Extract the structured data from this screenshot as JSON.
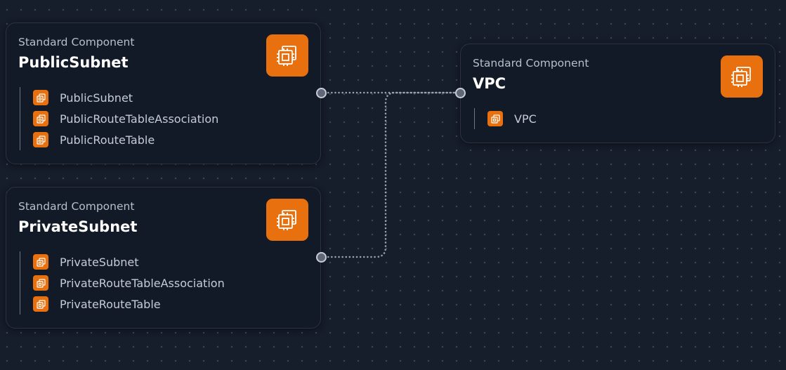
{
  "colors": {
    "canvas_background": "#161d2b",
    "node_background": "#121a27",
    "accent_orange": "#e8700f",
    "edge": "#9aa3b2"
  },
  "nodes": [
    {
      "id": "public-subnet",
      "kind": "Standard Component",
      "title": "PublicSubnet",
      "icon": "cpu-chip-icon",
      "resources": [
        {
          "label": "PublicSubnet",
          "icon": "resource-icon"
        },
        {
          "label": "PublicRouteTableAssociation",
          "icon": "resource-icon"
        },
        {
          "label": "PublicRouteTable",
          "icon": "resource-icon"
        }
      ]
    },
    {
      "id": "private-subnet",
      "kind": "Standard Component",
      "title": "PrivateSubnet",
      "icon": "cpu-chip-icon",
      "resources": [
        {
          "label": "PrivateSubnet",
          "icon": "resource-icon"
        },
        {
          "label": "PrivateRouteTableAssociation",
          "icon": "resource-icon"
        },
        {
          "label": "PrivateRouteTable",
          "icon": "resource-icon"
        }
      ]
    },
    {
      "id": "vpc",
      "kind": "Standard Component",
      "title": "VPC",
      "icon": "cpu-chip-icon",
      "resources": [
        {
          "label": "VPC",
          "icon": "resource-icon"
        }
      ]
    }
  ],
  "edges": [
    {
      "from": "public-subnet",
      "to": "vpc",
      "style": "dotted"
    },
    {
      "from": "private-subnet",
      "to": "vpc",
      "style": "dotted"
    }
  ]
}
